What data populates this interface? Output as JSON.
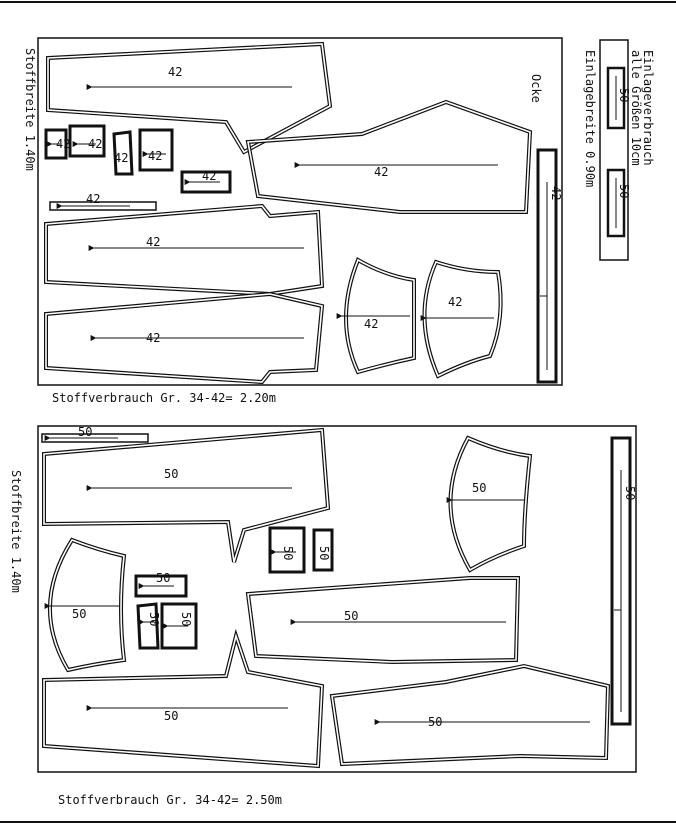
{
  "top_layout": {
    "caption": "Stoffverbrauch Gr. 34-42= 2.20m",
    "side_label": "Stoffbreite 1.40m",
    "marker_label": "Ocke",
    "size_label": "42"
  },
  "interfacing": {
    "title_line1": "Einlageverbrauch",
    "title_line2": "alle Größen 10cm",
    "width_label": "Einlagebreite 0.90m",
    "size_label": "50"
  },
  "bottom_layout": {
    "caption": "Stoffverbrauch Gr. 34-42= 2.50m",
    "side_label": "Stoffbreite 1.40m",
    "size_label": "50"
  },
  "colors": {
    "line": "#111111",
    "background": "#ffffff"
  }
}
